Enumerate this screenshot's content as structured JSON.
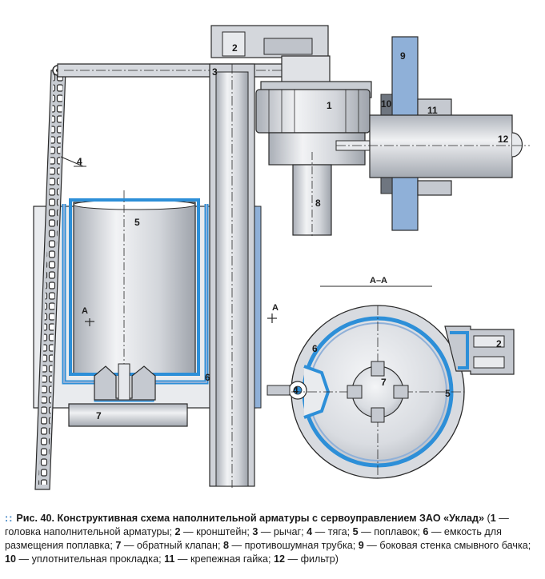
{
  "callouts": {
    "n1": "1",
    "n2": "2",
    "n3": "3",
    "n4": "4",
    "n5": "5",
    "n6": "6",
    "n7": "7",
    "n8": "8",
    "n9": "9",
    "n10": "10",
    "n11": "11",
    "n12": "12"
  },
  "section": {
    "title": "А–А",
    "marker_left": "А",
    "marker_right": "А",
    "n2": "2",
    "n4": "4",
    "n5": "5",
    "n6": "6",
    "n7": "7"
  },
  "caption": {
    "dots": "::",
    "figure_title": "Рис. 40. Конструктивная схема наполнительной арматуры с сервоуправлением ЗАО «Уклад»",
    "legend": [
      {
        "num": "1",
        "text": "головка наполнительной арматуры"
      },
      {
        "num": "2",
        "text": "кронштейн"
      },
      {
        "num": "3",
        "text": "рычаг"
      },
      {
        "num": "4",
        "text": "тяга"
      },
      {
        "num": "5",
        "text": "поплавок"
      },
      {
        "num": "6",
        "text": "емкость для размещения поплавка"
      },
      {
        "num": "7",
        "text": "обратный клапан"
      },
      {
        "num": "8",
        "text": "противошумная трубка"
      },
      {
        "num": "9",
        "text": "боковая стенка смывного бачка"
      },
      {
        "num": "10",
        "text": "уплотнительная прокладка"
      },
      {
        "num": "11",
        "text": "крепежная гайка"
      },
      {
        "num": "12",
        "text": "фильтр"
      }
    ]
  },
  "colors": {
    "metal_light": "#e6e8ec",
    "metal_mid": "#c5c9d0",
    "metal_dark": "#9aa0aa",
    "blue": "#2d8fd8",
    "blue_light": "#8fb0d8",
    "outline": "#2a2a2a"
  }
}
